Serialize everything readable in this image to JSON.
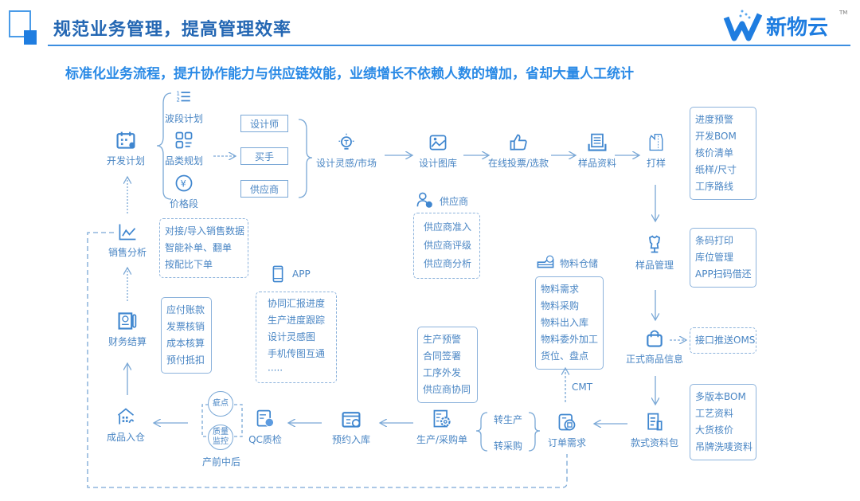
{
  "header": {
    "title": "规范业务管理，提高管理效率",
    "subtitle": "标准化业务流程，提升协作能力与供应链效能，业绩增长不依赖人数的增加，省却大量人工统计",
    "logo_text": "新物云",
    "logo_tm": "TM"
  },
  "nodes": [
    {
      "label": "开发计划",
      "icon": "calendar-icon"
    },
    {
      "label": "波段计划",
      "icon": "numbered-list-icon"
    },
    {
      "label": "品类规划",
      "icon": "category-grid-icon"
    },
    {
      "label": "价格段",
      "icon": "yen-icon"
    },
    {
      "label": "设计灵感/市场",
      "icon": "lightbulb-icon"
    },
    {
      "label": "设计图库",
      "icon": "image-icon"
    },
    {
      "label": "在线投票/选款",
      "icon": "thumbs-up-icon"
    },
    {
      "label": "样品资料",
      "icon": "document-stack-icon"
    },
    {
      "label": "打样",
      "icon": "garment-pattern-icon"
    },
    {
      "label": "样品管理",
      "icon": "mannequin-icon"
    },
    {
      "label": "正式商品信息",
      "icon": "shopping-bag-icon"
    },
    {
      "label": "款式资料包",
      "icon": "file-icon"
    },
    {
      "label": "订单需求",
      "icon": "order-icon"
    },
    {
      "label": "生产/采购单",
      "icon": "settings-doc-icon"
    },
    {
      "label": "预约入库",
      "icon": "calendar-clock-icon"
    },
    {
      "label": "QC质检",
      "icon": "inspection-icon"
    },
    {
      "label": "成品入仓",
      "icon": "warehouse-icon"
    },
    {
      "label": "财务结算",
      "icon": "finance-icon"
    },
    {
      "label": "销售分析",
      "icon": "line-chart-icon"
    }
  ],
  "roles": [
    "设计师",
    "买手",
    "供应商"
  ],
  "lists": [
    {
      "name": "sample-data-list",
      "items": [
        "进度预警",
        "开发BOM",
        "核价清单",
        "纸样/尺寸",
        "工序路线"
      ]
    },
    {
      "name": "sample-mgmt-list",
      "items": [
        "条码打印",
        "库位管理",
        "APP扫码借还"
      ]
    },
    {
      "name": "oms-list",
      "items": [
        "接口推送OMS"
      ]
    },
    {
      "name": "style-pack-list",
      "items": [
        "多版本BOM",
        "工艺资料",
        "大货核价",
        "吊牌洗唛资料"
      ]
    },
    {
      "name": "material-list",
      "header": "物料仓储",
      "items": [
        "物料需求",
        "物料采购",
        "物料出入库",
        "物料委外加工",
        "货位、盘点"
      ]
    },
    {
      "name": "production-list",
      "items": [
        "生产预警",
        "合同签署",
        "工序外发",
        "供应商协同"
      ]
    },
    {
      "name": "supplier-list",
      "header": "供应商",
      "items": [
        "供应商准入",
        "供应商评级",
        "供应商分析"
      ]
    },
    {
      "name": "app-list",
      "header": "APP",
      "items": [
        "协同汇报进度",
        "生产进度跟踪",
        "设计灵感图",
        "手机传图互通",
        "·····"
      ]
    },
    {
      "name": "finance-list",
      "items": [
        "应付账款",
        "发票核销",
        "成本核算",
        "预付抵扣"
      ]
    },
    {
      "name": "sales-list",
      "items": [
        "对接/导入销售数据",
        "智能补单、翻单",
        "按配比下单"
      ]
    }
  ],
  "qc": {
    "circles": [
      "疵点",
      "质量监控"
    ],
    "caption": "产前中后"
  },
  "branch": [
    "转生产",
    "转采购"
  ],
  "cmt_label": "CMT",
  "colors": {
    "primary": "#4a86c4",
    "title": "#2467b3",
    "subtitle": "#2a8ae6",
    "line": "#3b8ee0"
  }
}
